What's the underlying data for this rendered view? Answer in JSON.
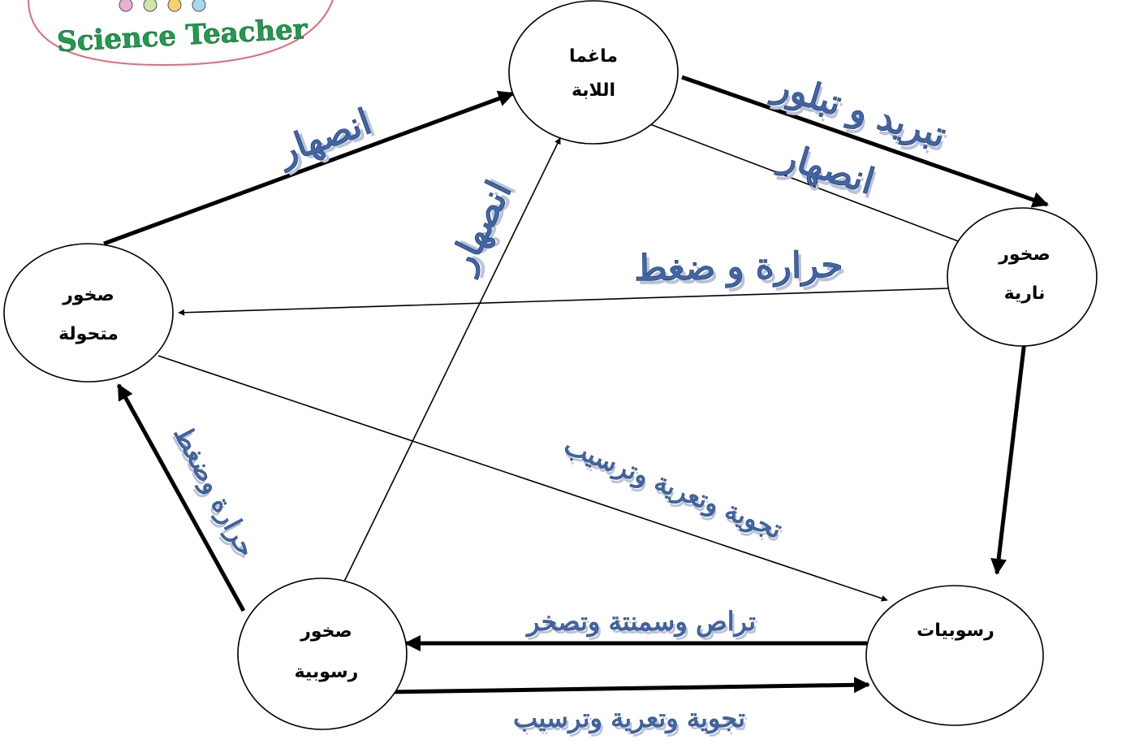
{
  "logo": {
    "text": "Science Teacher"
  },
  "nodes": {
    "magma": {
      "line1": "ماغما",
      "line2": "اللابة"
    },
    "igneous": {
      "line1": "صخور",
      "line2": "نارية"
    },
    "metamorphic": {
      "line1": "صخور",
      "line2": "متحولة"
    },
    "sedimentary_rocks": {
      "line1": "صخور",
      "line2": "رسوبية"
    },
    "sediments": {
      "line1": "رسوبيات"
    }
  },
  "edges": {
    "magma_to_igneous": "تبريد و تبلور",
    "igneous_to_magma": "انصهار",
    "metamorphic_to_magma": "انصهار",
    "sedimentary_to_magma": "انصهار",
    "igneous_to_metamorphic": "حرارة و ضغط",
    "sedimentary_to_metamorphic": "حرارة وضغط",
    "metamorphic_to_sediments": "تجوية وتعرية وترسيب",
    "sediments_to_sedimentary": "تراص وسمنتة وتصخر",
    "sedimentary_to_sediments": "تجوية وتعرية وترسيب"
  }
}
